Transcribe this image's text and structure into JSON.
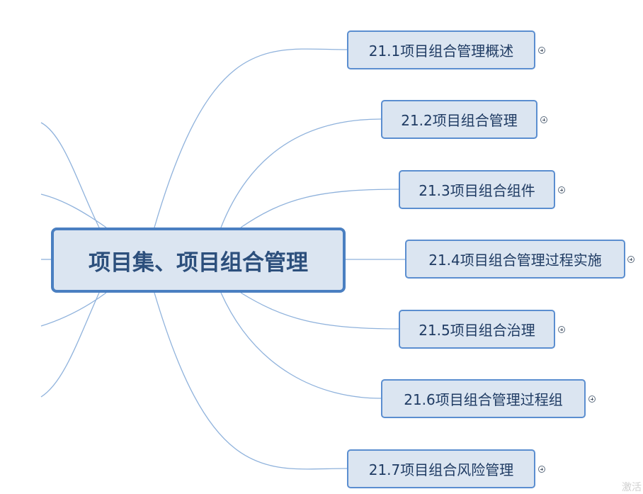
{
  "diagram": {
    "type": "mind-map",
    "root": {
      "label": "项目集、项目组合管理"
    },
    "branches": [
      {
        "label": "21.1项目组合管理概述",
        "collapsed": true
      },
      {
        "label": "21.2项目组合管理",
        "collapsed": true
      },
      {
        "label": "21.3项目组合组件",
        "collapsed": true
      },
      {
        "label": "21.4项目组合管理过程实施",
        "collapsed": true
      },
      {
        "label": "21.5项目组合治理",
        "collapsed": true
      },
      {
        "label": "21.6项目组合管理过程组",
        "collapsed": true
      },
      {
        "label": "21.7项目组合风险管理",
        "collapsed": true
      }
    ],
    "expander_icon": "expand-plus-icon",
    "colors": {
      "node_fill": "#dbe5f1",
      "node_border": "#5b8ed0",
      "root_border": "#4a7fc1",
      "root_text": "#2c4f7c",
      "connector": "#8fb2dc"
    }
  },
  "watermark": {
    "text": "激活"
  }
}
